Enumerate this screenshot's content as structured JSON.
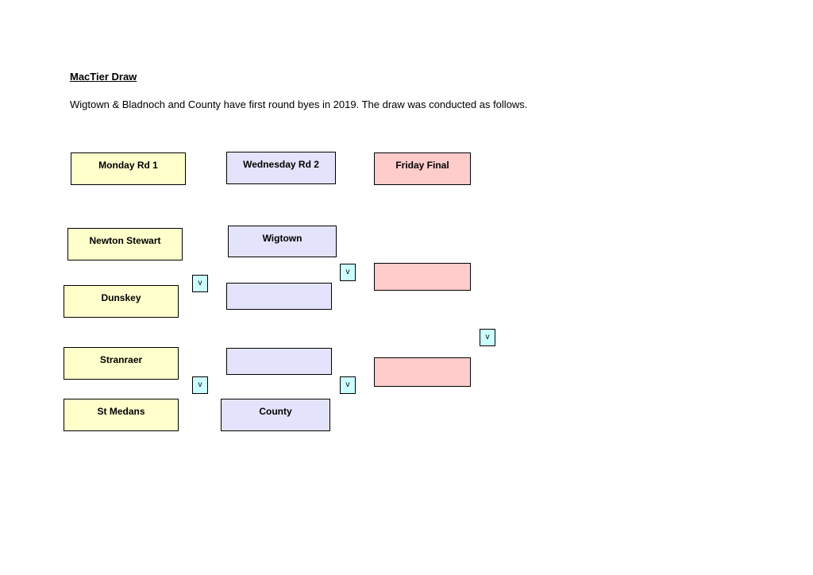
{
  "document": {
    "heading": "MacTier Draw",
    "intro": "Wigtown & Bladnoch and County have first round byes in 2019. The draw was conducted as follows."
  },
  "rounds": {
    "round1": "Monday Rd 1",
    "round2": "Wednesday Rd 2",
    "final": "Friday Final"
  },
  "round1_teams": [
    "Newton Stewart",
    "Dunskey",
    "Stranraer",
    "St Medans"
  ],
  "round2_teams": [
    "Wigtown",
    "",
    "",
    "County"
  ],
  "final_teams": [
    "",
    ""
  ],
  "versus_label": "v",
  "colors": {
    "round1_fill": "#ffffcc",
    "round2_fill": "#e3e3fb",
    "final_fill": "#ffcccc",
    "versus_fill": "#ccffff"
  }
}
